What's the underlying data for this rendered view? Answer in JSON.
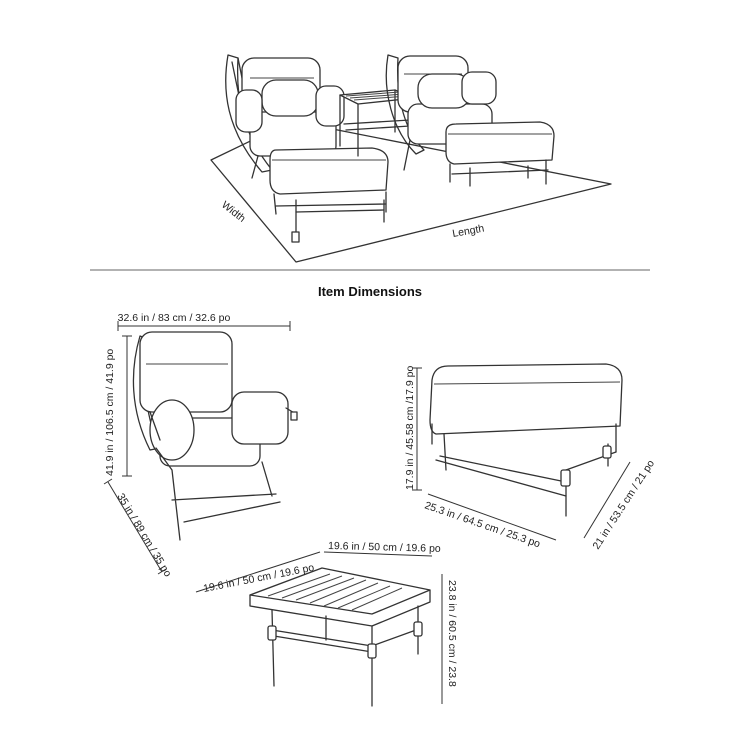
{
  "top_view": {
    "width_label": "Width",
    "length_label": "Length"
  },
  "section_title": "Item Dimensions",
  "chair": {
    "width_label": "32.6 in / 83 cm / 32.6 po",
    "height_label": "41.9 in / 106.5 cm / 41.9 po",
    "depth_label": "35 in / 89 cm / 35 po"
  },
  "ottoman": {
    "height_label": "17.9 in / 45.58 cm /17.9 po",
    "width_label": "25.3 in / 64.5 cm / 25.3 po",
    "depth_label": "21 in / 53.5 cm / 21 po"
  },
  "table": {
    "width_label": "19.6 in / 50 cm / 19.6 po",
    "depth_label": "19.6 in / 50 cm / 19.6 po",
    "height_label": "23.8 in / 60.5 cm / 23.8"
  }
}
